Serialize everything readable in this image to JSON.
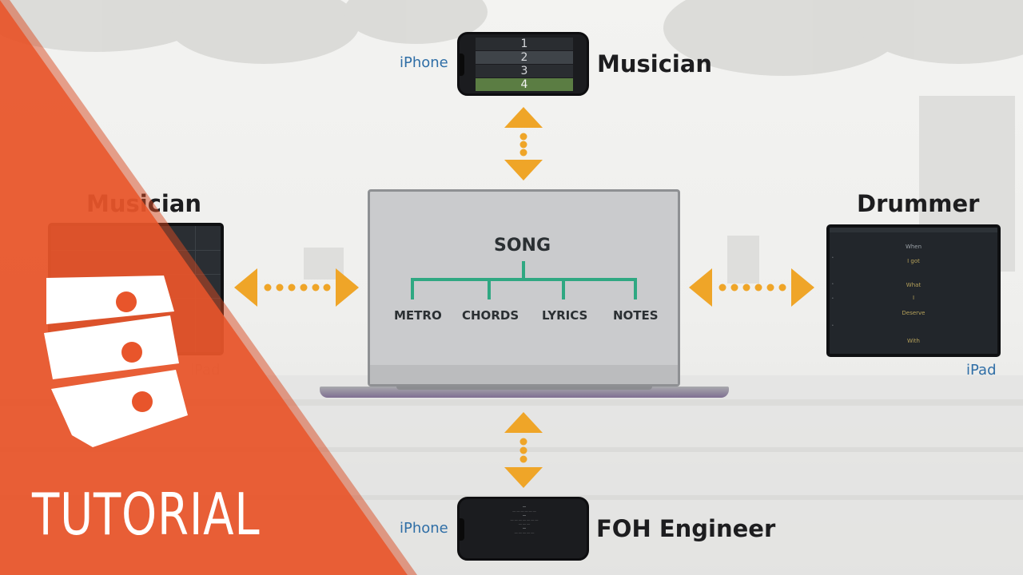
{
  "diagram": {
    "top_device": {
      "label": "Musician",
      "device": "iPhone",
      "rows": [
        "1",
        "2",
        "3",
        "4"
      ]
    },
    "left_device": {
      "label": "Musician",
      "device": "iPad"
    },
    "right_device": {
      "label": "Drummer",
      "device": "iPad",
      "lines": [
        "When",
        "I got",
        "What",
        "I",
        "Deserve",
        "With"
      ]
    },
    "bottom_device": {
      "label": "FOH Engineer",
      "device": "iPhone"
    },
    "center": {
      "root": "SONG",
      "children": [
        "METRO",
        "CHORDS",
        "LYRICS",
        "NOTES"
      ]
    }
  },
  "banner": {
    "text": "TUTORIAL"
  },
  "colors": {
    "accent_orange": "#e8552b",
    "arrow": "#efa528",
    "tree_line": "#2fa882",
    "device_tag_blue": "#2f6ea6"
  }
}
